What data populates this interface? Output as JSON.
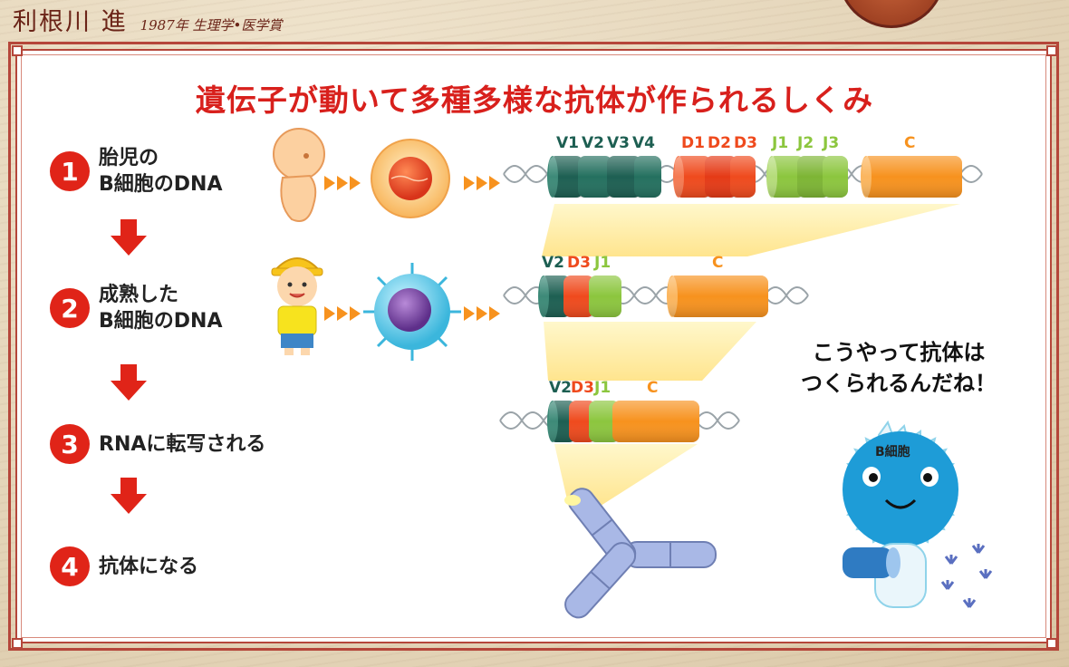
{
  "header": {
    "name": "利根川 進",
    "year_prize": "1987年 生理学•医学賞"
  },
  "title": "遺伝子が動いて多種多様な抗体が作られるしくみ",
  "steps": [
    {
      "number": "1",
      "line1": "胎児の",
      "line2": "B細胞のDNA"
    },
    {
      "number": "2",
      "line1": "成熟した",
      "line2": "B細胞のDNA"
    },
    {
      "number": "3",
      "line1": "RNAに転写される",
      "line2": ""
    },
    {
      "number": "4",
      "line1": "抗体になる",
      "line2": ""
    }
  ],
  "gene_labels": {
    "v": [
      "V1",
      "V2",
      "V3",
      "V4"
    ],
    "d": [
      "D1",
      "D2",
      "D3"
    ],
    "j": [
      "J1",
      "J2",
      "J3"
    ],
    "c": "C",
    "mature": [
      "V2",
      "D3",
      "J1",
      "C"
    ],
    "rna": [
      "V2",
      "D3",
      "J1",
      "C"
    ]
  },
  "speech": {
    "line1": "こうやって抗体は",
    "line2": "つくられるんだね！"
  },
  "bcell_label": "B細胞",
  "colors": {
    "v": "#1d5f52",
    "d": "#ef4a1d",
    "j": "#8cc63e",
    "c": "#f7921e",
    "red": "#e02418"
  }
}
